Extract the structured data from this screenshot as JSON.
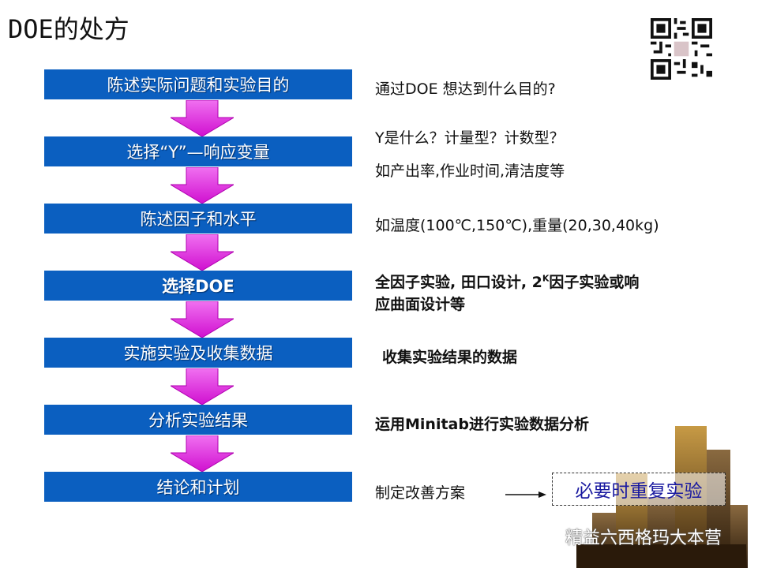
{
  "title": "DOE的处方",
  "colors": {
    "step_box": "#0b5fc0",
    "arrow": "#e020e0",
    "redo_text": "#1a1aa0"
  },
  "steps": [
    "陈述实际问题和实验目的",
    "选择“Y”—响应变量",
    "陈述因子和水平",
    "选择DOE",
    "实施实验及收集数据",
    "分析实验结果",
    "结论和计划"
  ],
  "notes": {
    "n1": "通过DOE 想达到什么目的?",
    "n2a": "Y是什么？计量型？计数型？",
    "n2b": "如产出率,作业时间,清洁度等",
    "n3": "如温度(100℃,150℃),重量(20,30,40kg)",
    "n4_pre": "全因子实验, 田口设计, 2",
    "n4_sup": "K",
    "n4_post": "因子实验或响",
    "n4_line2": "应曲面设计等",
    "n5": "收集实验结果的数据",
    "n6": "运用Minitab进行实验数据分析",
    "n7": "制定改善方案"
  },
  "redo_box": "必要时重复实验",
  "watermark": "精益六西格玛大本营",
  "icons": {
    "qr": "qr-code",
    "wechat": "wechat-icon"
  }
}
